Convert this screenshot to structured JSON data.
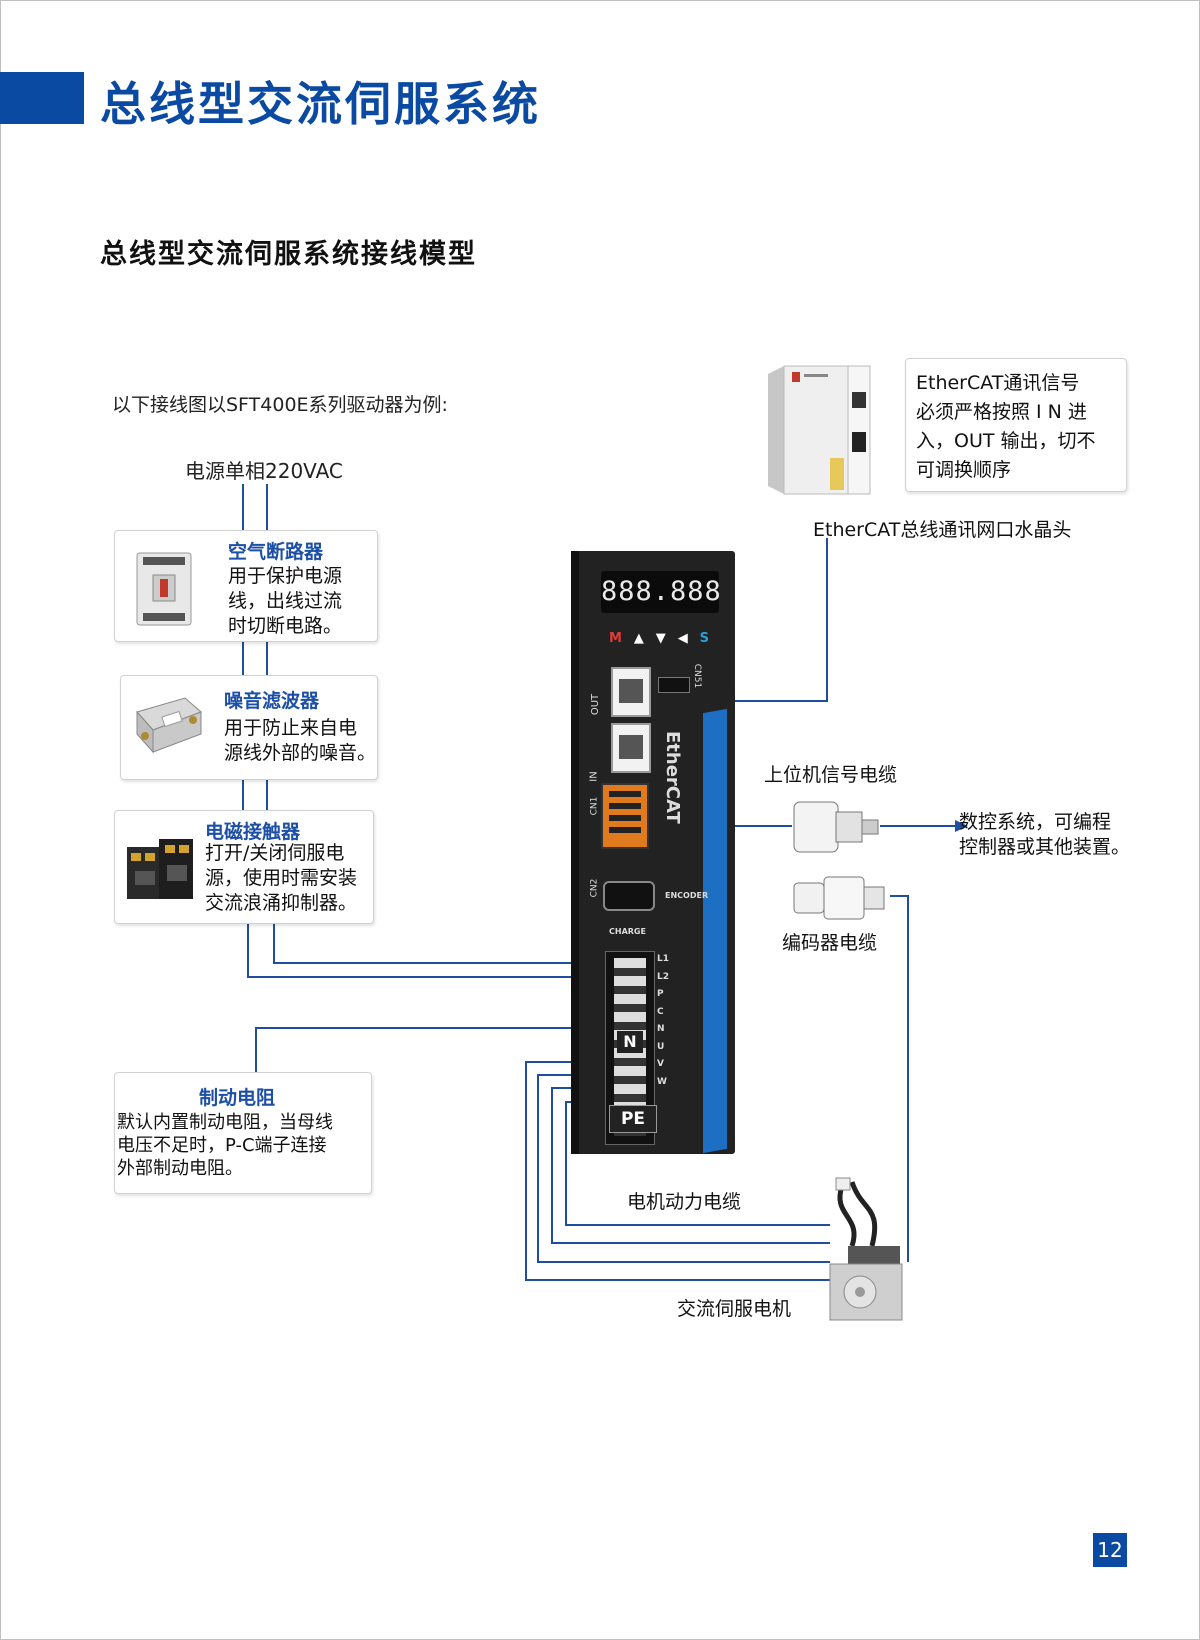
{
  "header": {
    "title": "总线型交流伺服系统"
  },
  "section": {
    "title": "总线型交流伺服系统接线模型"
  },
  "intro": "以下接线图以SFT400E系列驱动器为例:",
  "power_label": "电源单相220VAC",
  "components": {
    "breaker": {
      "title": "空气断路器",
      "desc": "用于保护电源\n线，出线过流\n时切断电路。"
    },
    "filter": {
      "title": "噪音滤波器",
      "desc": "用于防止来自电\n源线外部的噪音。"
    },
    "contactor": {
      "title": "电磁接触器",
      "desc": "打开/关闭伺服电\n源，使用时需安装\n交流浪涌抑制器。"
    },
    "brake_resistor": {
      "title": "制动电阻",
      "desc": "默认内置制动电阻，当母线\n电压不足时，P-C端子连接\n外部制动电阻。"
    }
  },
  "ethercat_note": "EtherCAT通讯信号\n必须严格按照 I N 进\n入，OUT 输出，切不\n可调换顺序",
  "labels": {
    "ethercat_plug": "EtherCAT总线通讯网口水晶头",
    "host_cable": "上位机信号电缆",
    "host_devices": "数控系统，可编程\n控制器或其他装置。",
    "encoder_cable": "编码器电缆",
    "motor_power_cable": "电机动力电缆",
    "servo_motor": "交流伺服电机"
  },
  "drive": {
    "display": "888.888",
    "buttons": [
      "M",
      "▲",
      "▼",
      "◀",
      "S"
    ],
    "ports": [
      "OUT",
      "IN",
      "CN1",
      "CN2",
      "CN51"
    ],
    "brand": "EtherCAT",
    "encoder_label": "ENCODER",
    "charge_label": "CHARGE",
    "terminals": [
      "L1",
      "L2",
      "P",
      "C",
      "N",
      "U",
      "V",
      "W"
    ],
    "n_label": "N",
    "pe_label": "PE"
  },
  "page_number": "12",
  "colors": {
    "brand_blue": "#0b4aa2",
    "wire_blue": "#1f4ea0",
    "drive_body": "#222222",
    "stripe": "#1d6fc4"
  }
}
